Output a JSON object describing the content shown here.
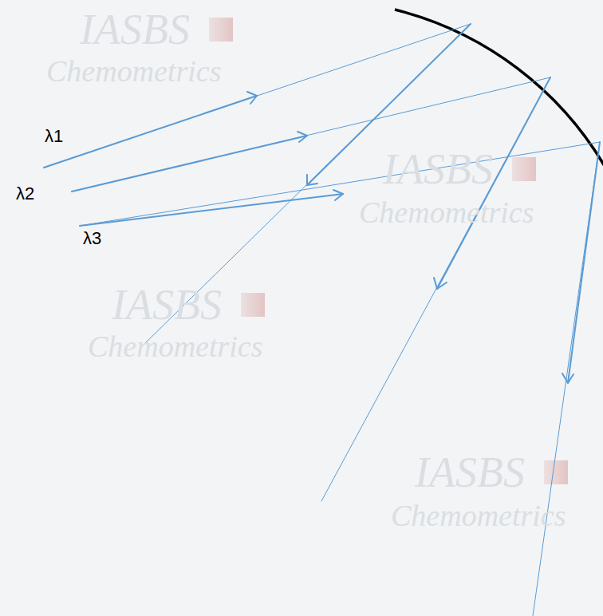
{
  "diagram": {
    "labels": [
      "λ1",
      "λ2",
      "λ3",
      "IASBS",
      "Chemometrics",
      "IASBS",
      "Chemometrics",
      "IASBS",
      "Chemometrics",
      "IASBS",
      "Chemometrics"
    ]
  }
}
